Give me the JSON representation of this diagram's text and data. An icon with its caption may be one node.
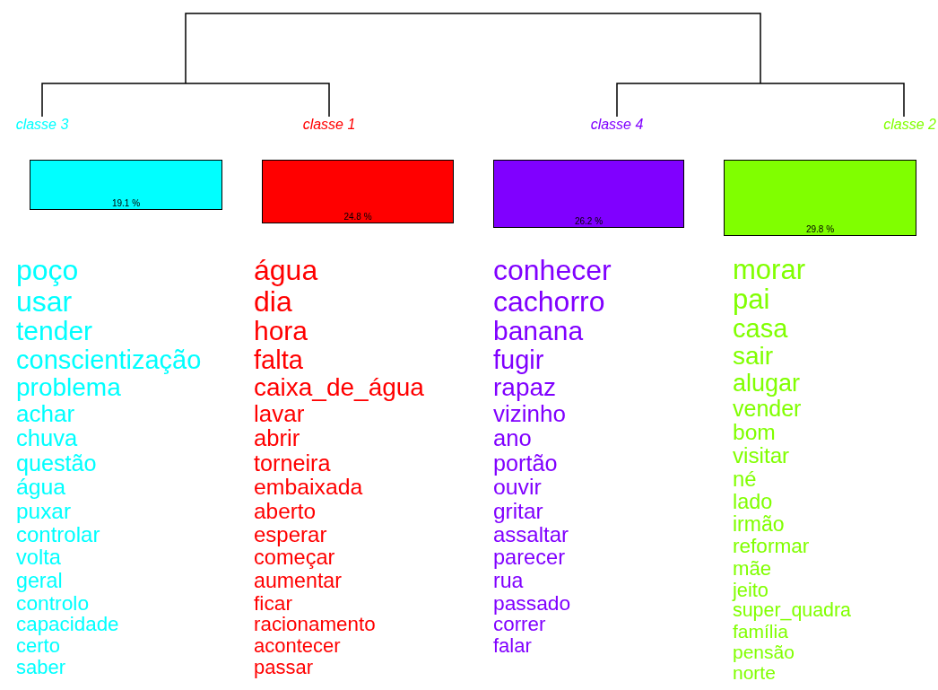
{
  "diagram": {
    "nodes": [
      {
        "text": [
          "classe  3"
        ]
      },
      {
        "text": [
          "classe  1"
        ]
      },
      {
        "text": [
          "classe  4"
        ]
      },
      {
        "text": [
          "classe  2"
        ]
      },
      {
        "text": [
          "19.1 %"
        ]
      },
      {
        "text": [
          "24.8 %"
        ]
      },
      {
        "text": [
          "26.2 %"
        ]
      },
      {
        "text": [
          "29.8 %"
        ]
      }
    ],
    "edges": [],
    "labels": [
      "poço",
      "usar",
      "tender",
      "conscientização",
      "problema",
      "achar",
      "chuva",
      "questão",
      "água",
      "puxar",
      "controlar",
      "volta",
      "geral",
      "controlo",
      "capacidade",
      "certo",
      "saber",
      "água",
      "dia",
      "hora",
      "falta",
      "caixa_de_água",
      "lavar",
      "abrir",
      "torneira",
      "embaixada",
      "aberto",
      "esperar",
      "começar",
      "aumentar",
      "ficar",
      "racionamento",
      "acontecer",
      "passar",
      "conhecer",
      "cachorro",
      "banana",
      "fugir",
      "rapaz",
      "vizinho",
      "ano",
      "portão",
      "ouvir",
      "gritar",
      "assaltar",
      "parecer",
      "rua",
      "passado",
      "correr",
      "falar",
      "morar",
      "pai",
      "casa",
      "sair",
      "alugar",
      "vender",
      "bom",
      "visitar",
      "né",
      "lado",
      "irmão",
      "reformar",
      "mãe",
      "jeito",
      "super_quadra",
      "família",
      "pensão",
      "norte"
    ]
  }
}
